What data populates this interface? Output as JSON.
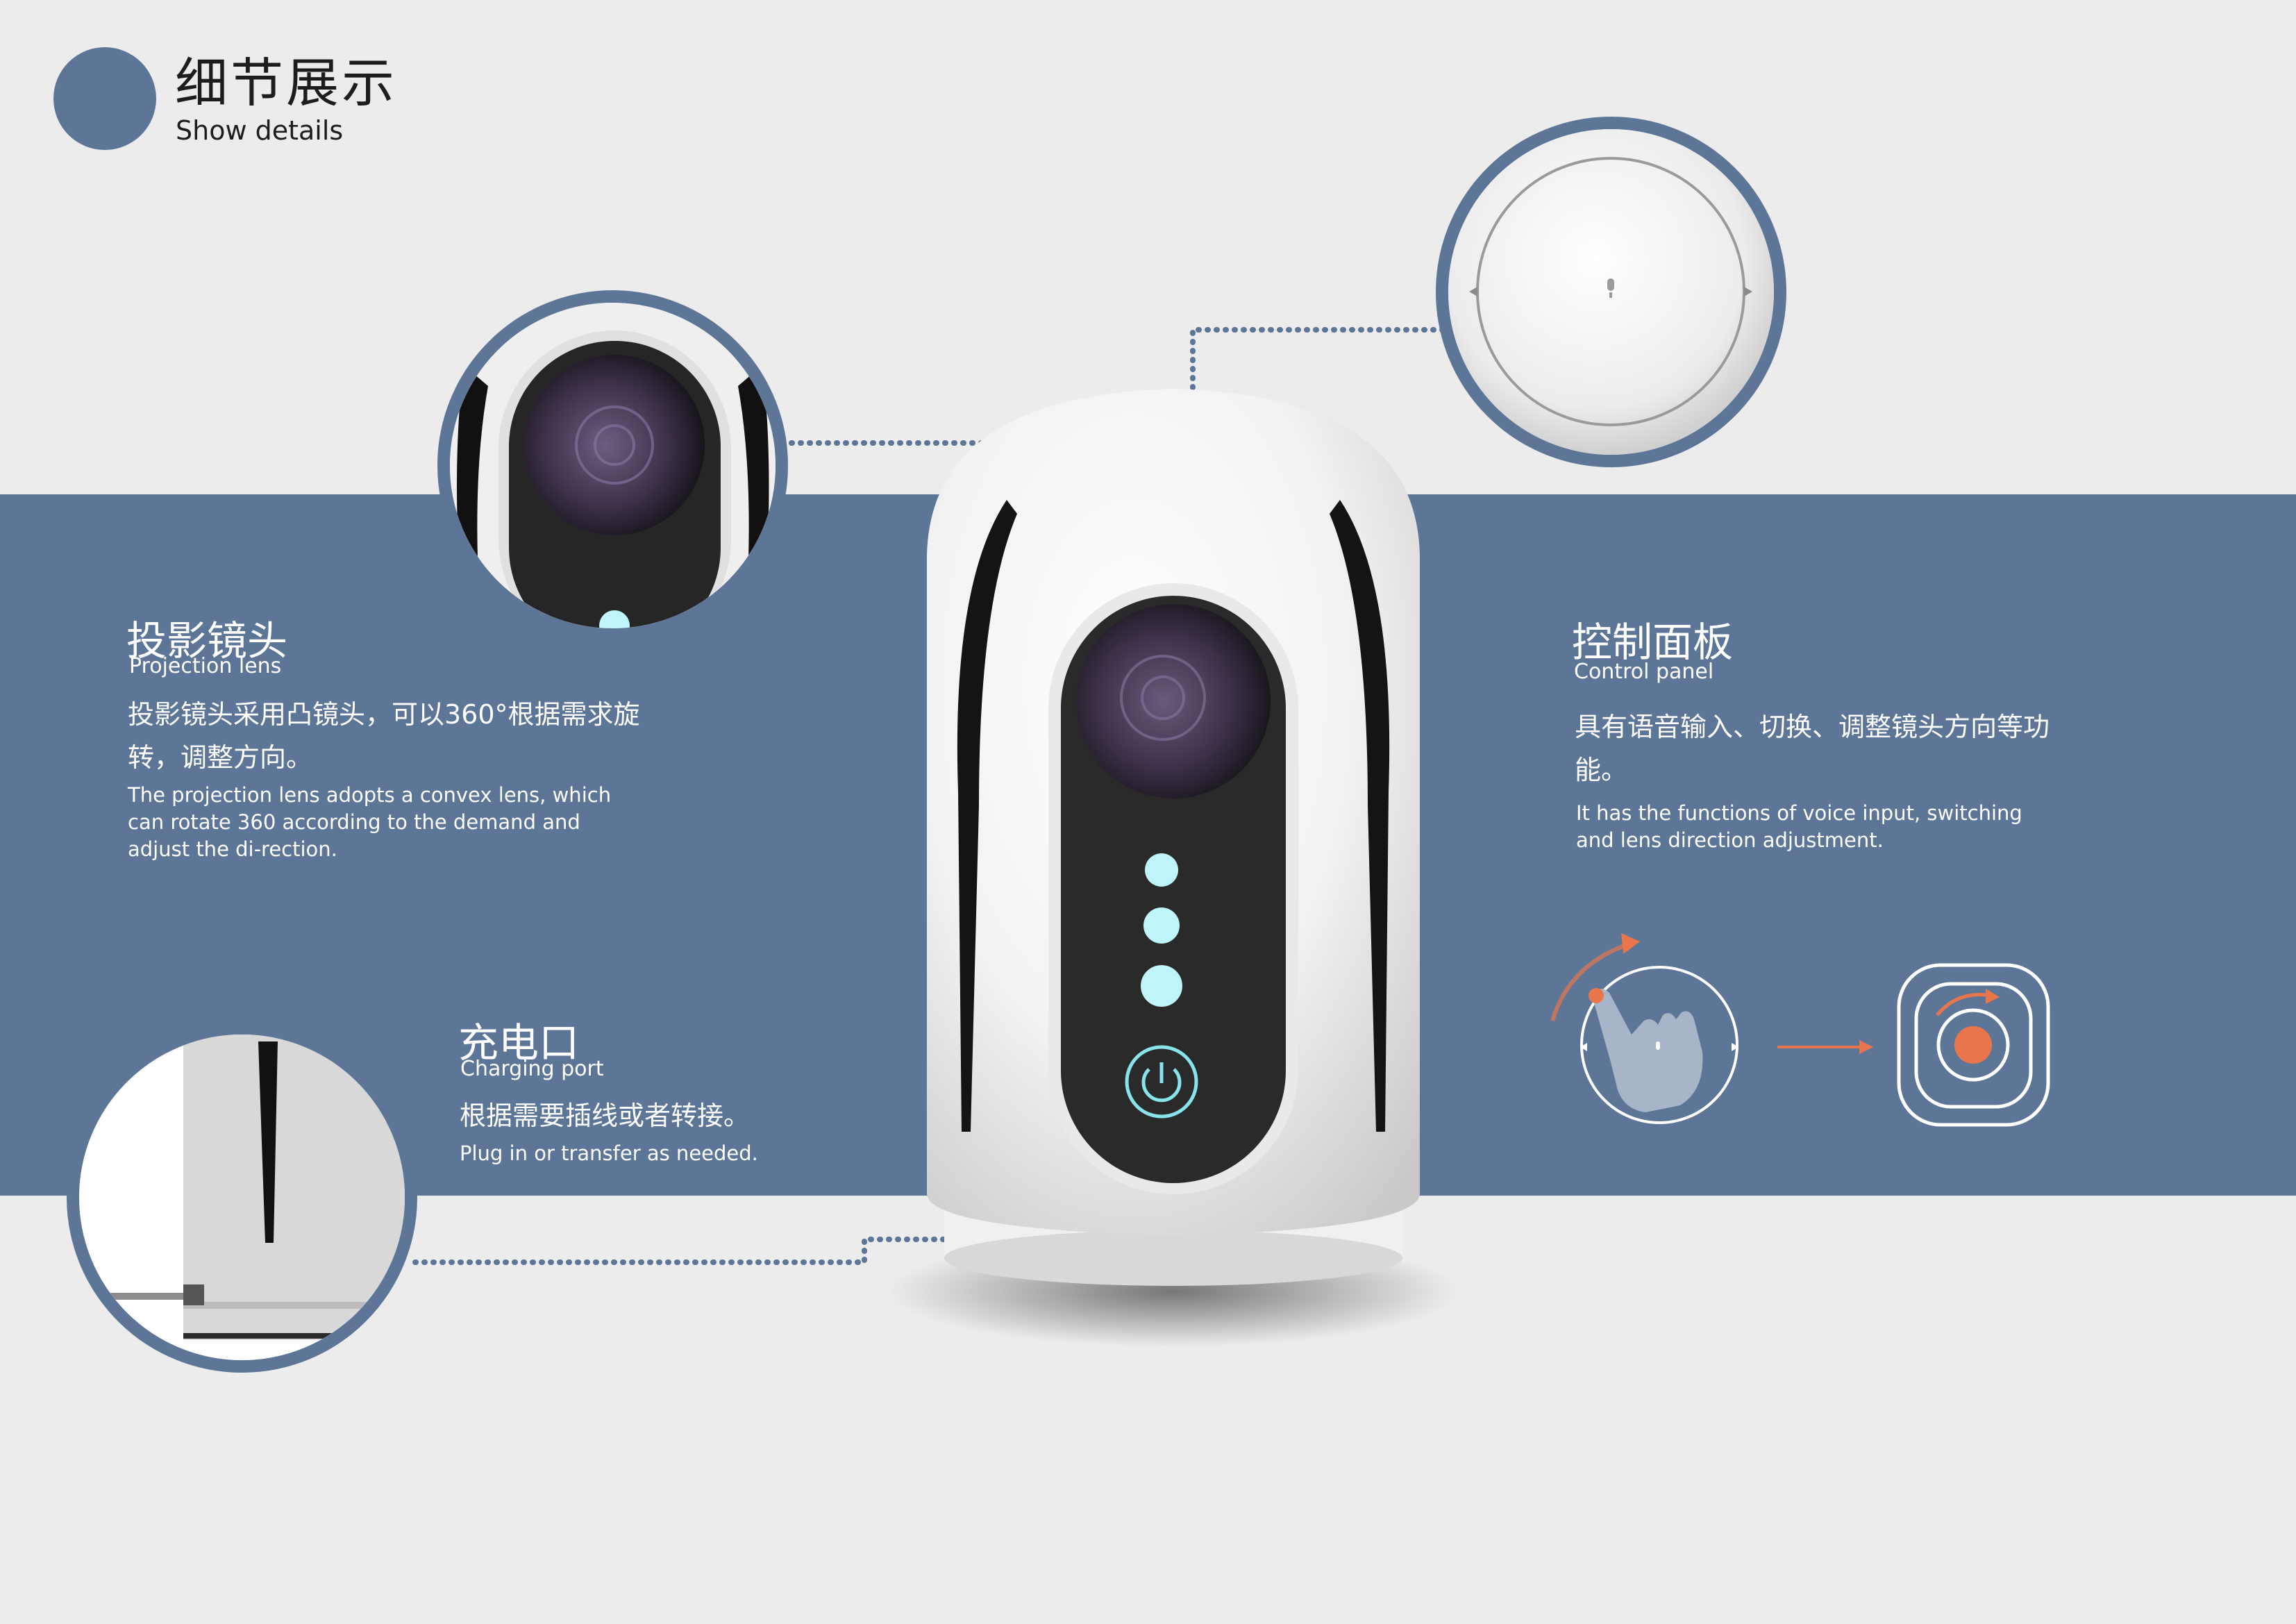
{
  "header": {
    "title": "细节展示",
    "subtitle": "Show details"
  },
  "lens": {
    "title_cn": "投影镜头",
    "title_en": "Projection lens",
    "desc_cn": "投影镜头采用凸镜头，可以360°根据需求旋转，调整方向。",
    "desc_en": "The projection lens adopts a convex lens, which can rotate 360 according to the demand and adjust the di-rection."
  },
  "charging": {
    "title_cn": "充电口",
    "title_en": "Charging port",
    "desc_cn": "根据需要插线或者转接。",
    "desc_en": "Plug in or transfer as needed."
  },
  "control": {
    "title_cn": "控制面板",
    "title_en": "Control panel",
    "desc_cn": "具有语音输入、切换、调整镜头方向等功能。",
    "desc_en": "It has the functions of voice input, switching and lens direction adjustment."
  },
  "colors": {
    "band": "#5d7698",
    "accent": "#e8764a",
    "indicator": "#bff4fb",
    "background": "#ececec"
  },
  "icons": [
    "microphone-icon",
    "power-icon",
    "hand-gesture-icon",
    "rotate-arrow-icon",
    "arrow-right-icon",
    "focus-button-icon"
  ]
}
